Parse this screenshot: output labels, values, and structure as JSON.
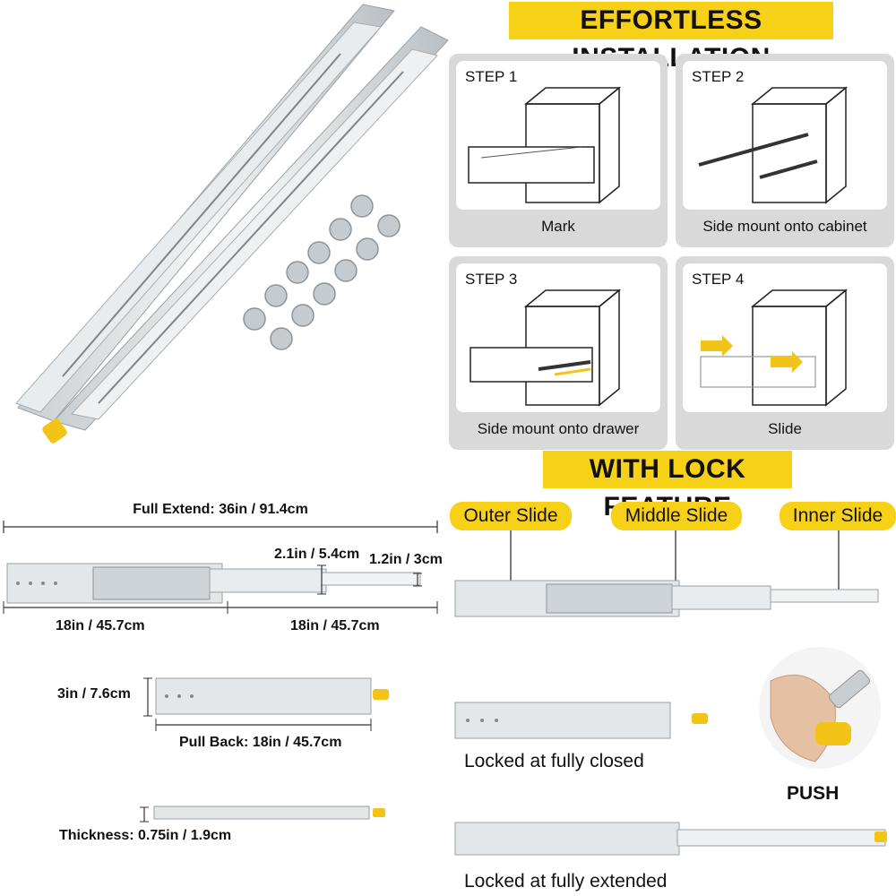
{
  "banners": {
    "installation": "EFFORTLESS INSTALLATION",
    "lock": "WITH LOCK FEATURE"
  },
  "steps": [
    {
      "title": "STEP 1",
      "caption": "Mark"
    },
    {
      "title": "STEP 2",
      "caption": "Side mount onto cabinet"
    },
    {
      "title": "STEP 3",
      "caption": "Side mount onto drawer"
    },
    {
      "title": "STEP 4",
      "caption": "Slide"
    }
  ],
  "dimensions": {
    "full_extend": "Full Extend: 36in / 91.4cm",
    "height_outer": "2.1in / 5.4cm",
    "height_inner": "1.2in / 3cm",
    "left_half": "18in / 45.7cm",
    "right_half": "18in / 45.7cm",
    "closed_height": "3in / 7.6cm",
    "pull_back": "Pull Back: 18in / 45.7cm",
    "thickness": "Thickness: 0.75in / 1.9cm"
  },
  "slide_parts": {
    "outer": "Outer Slide",
    "middle": "Middle Slide",
    "inner": "Inner Slide"
  },
  "lock_states": {
    "closed": "Locked at fully closed",
    "extended": "Locked at fully extended",
    "push": "PUSH"
  },
  "colors": {
    "accent_yellow": "#f7d117",
    "panel_gray": "#d9d9d9",
    "steel": "#dfe3e6"
  }
}
